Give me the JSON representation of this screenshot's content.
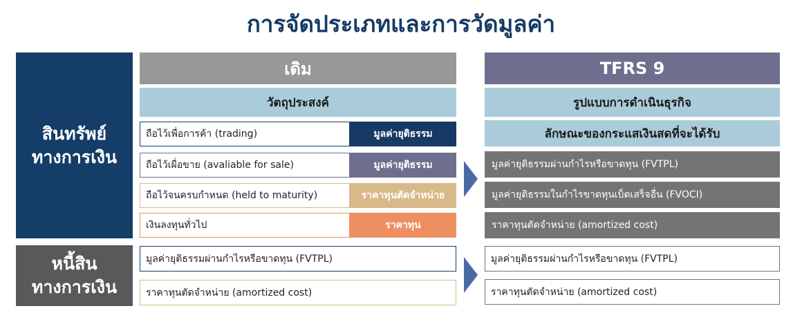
{
  "title": "การจัดประเภทและการวัดมูลค่า",
  "assets_label": [
    "สินทรัพย์",
    "ทางการเงิน"
  ],
  "liabilities_label": [
    "หนี้สิน",
    "ทางการเงิน"
  ],
  "old": {
    "header": "เดิม",
    "subheader": "วัตถุประสงค์",
    "asset_rows": [
      {
        "label": "ถือไว้เพื่อการค้า (trading)",
        "value": "มูลค่ายุติธรรม"
      },
      {
        "label": "ถือไว้เผื่อขาย (avaliable for sale)",
        "value": "มูลค่ายุติธรรม"
      },
      {
        "label": "ถือไว้จนครบกำหนด (held to maturity)",
        "value": "ราคาทุนตัดจำหน่าย"
      },
      {
        "label": "เงินลงทุนทั่วไป",
        "value": "ราคาทุน"
      }
    ],
    "liability_rows": [
      "มูลค่ายุติธรรมผ่านกำไรหรือขาดทุน (FVTPL)",
      "ราคาทุนตัดจำหน่าย (amortized cost)"
    ]
  },
  "tfrs": {
    "header": "TFRS 9",
    "subheader1": "รูปแบบการดำเนินธุรกิจ",
    "subheader2": "ลักษณะของกระแสเงินสดที่จะได้รับ",
    "asset_rows": [
      "มูลค่ายุติธรรมผ่านกำไรหรือขาดทุน (FVTPL)",
      "มูลค่ายุติธรรมในกำไรขาดทุนเบ็ดเสร็จอื่น (FVOCI)",
      "ราคาทุนตัดจำหน่าย (amortized cost)"
    ],
    "liability_rows": [
      "มูลค่ายุติธรรมผ่านกำไรหรือขาดทุน (FVTPL)",
      "ราคาทุนตัดจำหน่าย (amortized cost)"
    ]
  },
  "colors": {
    "title": "#163a63",
    "assets_box": "#143d68",
    "liabilities_box": "#59595c",
    "old_header": "#98989b",
    "tfrs_header": "#6e6e8f",
    "subheader": "#aacbda",
    "value_1": "#163a63",
    "value_2": "#6e6e8f",
    "value_3": "#d9b88a",
    "value_4": "#ee8f62",
    "tfrs_row": "#747477",
    "arrow": "#4a6aa6"
  }
}
